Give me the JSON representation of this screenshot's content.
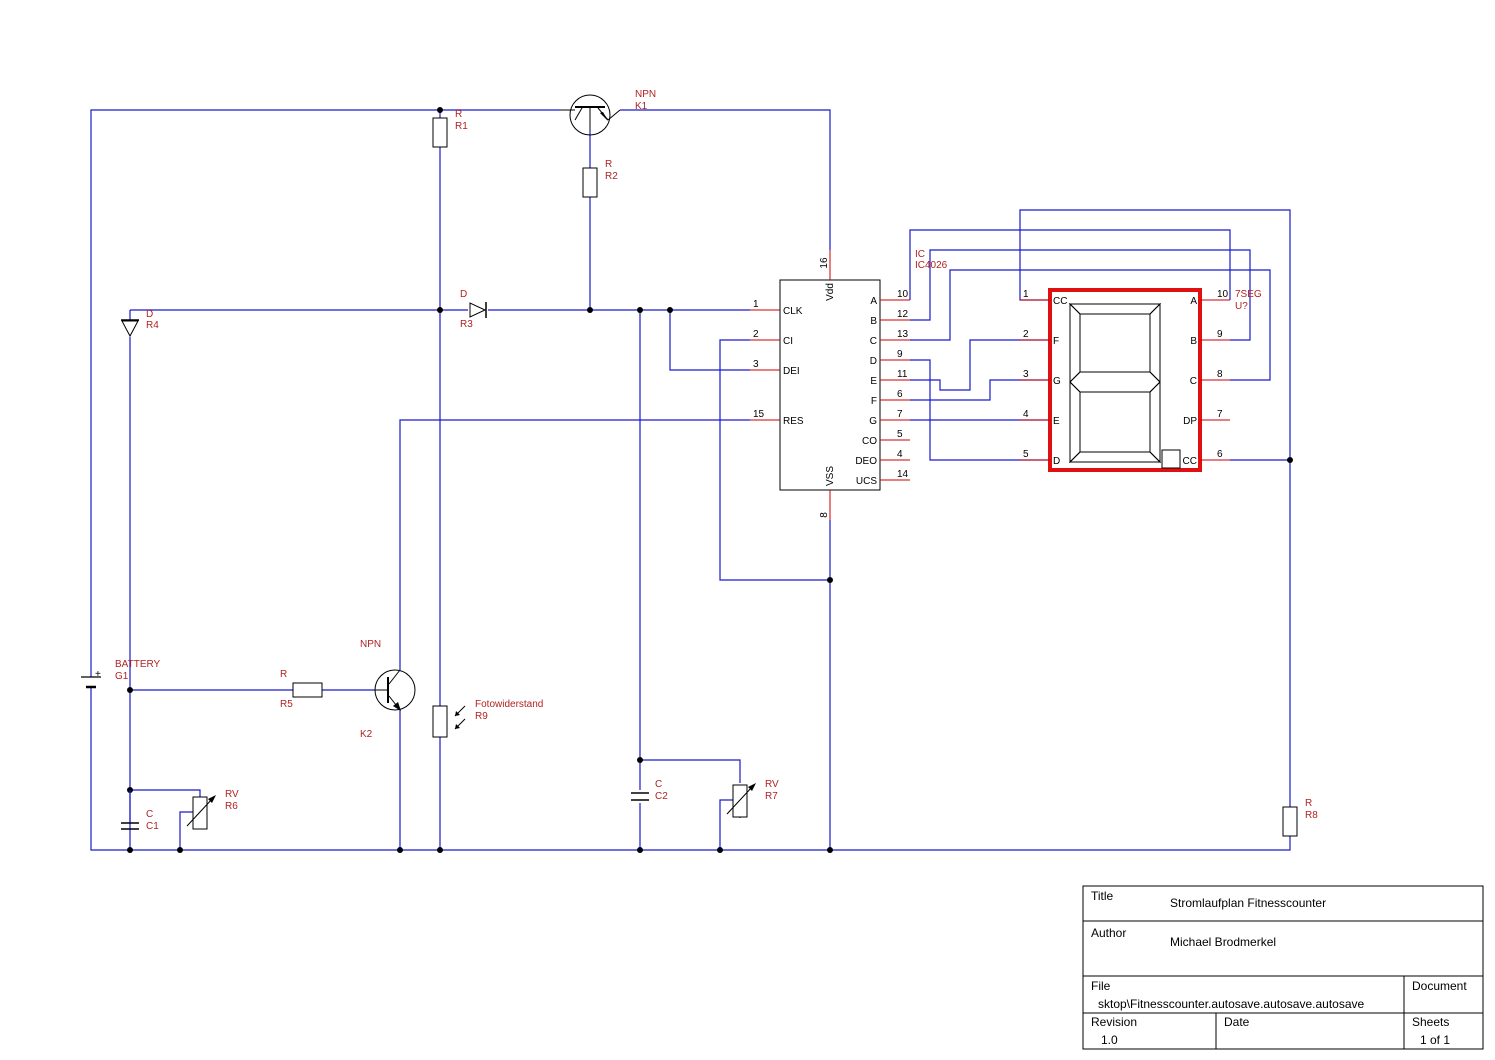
{
  "colors": {
    "wire": "#1a1acc",
    "component": "#000000",
    "label": "#b22222",
    "pin": "#cc0000",
    "highlight": "#e01010"
  },
  "components": {
    "R1": {
      "type": "R",
      "ref": "R1"
    },
    "R2": {
      "type": "R",
      "ref": "R2"
    },
    "R3": {
      "type": "D",
      "ref": "R3"
    },
    "R4": {
      "type": "D",
      "ref": "R4"
    },
    "R5": {
      "type": "R",
      "ref": "R5"
    },
    "R6": {
      "type": "RV",
      "ref": "R6"
    },
    "R7": {
      "type": "RV",
      "ref": "R7"
    },
    "R8": {
      "type": "R",
      "ref": "R8"
    },
    "R9": {
      "type": "Fotowiderstand",
      "ref": "R9"
    },
    "K1": {
      "type": "NPN",
      "ref": "K1"
    },
    "K2": {
      "type": "NPN",
      "ref": "K2"
    },
    "G1": {
      "type": "BATTERY",
      "ref": "G1"
    },
    "C1": {
      "type": "C",
      "ref": "C1"
    },
    "C2": {
      "type": "C",
      "ref": "C2"
    },
    "IC": {
      "type": "IC",
      "ref": "IC4026"
    },
    "U": {
      "type": "7SEG",
      "ref": "U?"
    }
  },
  "ic": {
    "left_pins": [
      {
        "num": "1",
        "name": "CLK"
      },
      {
        "num": "2",
        "name": "CI"
      },
      {
        "num": "3",
        "name": "DEI"
      },
      {
        "num": "15",
        "name": "RES"
      }
    ],
    "right_pins": [
      {
        "num": "10",
        "name": "A"
      },
      {
        "num": "12",
        "name": "B"
      },
      {
        "num": "13",
        "name": "C"
      },
      {
        "num": "9",
        "name": "D"
      },
      {
        "num": "11",
        "name": "E"
      },
      {
        "num": "6",
        "name": "F"
      },
      {
        "num": "7",
        "name": "G"
      },
      {
        "num": "5",
        "name": "CO"
      },
      {
        "num": "4",
        "name": "DEO"
      },
      {
        "num": "14",
        "name": "UCS"
      }
    ],
    "top_pin": {
      "num": "16",
      "name": "Vdd"
    },
    "bottom_pin": {
      "num": "8",
      "name": "VSS"
    }
  },
  "seg": {
    "left_pins": [
      {
        "num": "1",
        "name": "CC"
      },
      {
        "num": "2",
        "name": "F"
      },
      {
        "num": "3",
        "name": "G"
      },
      {
        "num": "4",
        "name": "E"
      },
      {
        "num": "5",
        "name": "D"
      }
    ],
    "right_pins": [
      {
        "num": "10",
        "name": "A"
      },
      {
        "num": "9",
        "name": "B"
      },
      {
        "num": "8",
        "name": "C"
      },
      {
        "num": "7",
        "name": "DP"
      },
      {
        "num": "6",
        "name": "CC"
      }
    ]
  },
  "title_block": {
    "title_label": "Title",
    "title_value": "Stromlaufplan Fitnesscounter",
    "author_label": "Author",
    "author_value": "Michael Brodmerkel",
    "file_label": "File",
    "file_value": "sktop\\Fitnesscounter.autosave.autosave.autosave",
    "document_label": "Document",
    "revision_label": "Revision",
    "revision_value": "1.0",
    "date_label": "Date",
    "sheets_label": "Sheets",
    "sheets_value": "1 of 1"
  }
}
